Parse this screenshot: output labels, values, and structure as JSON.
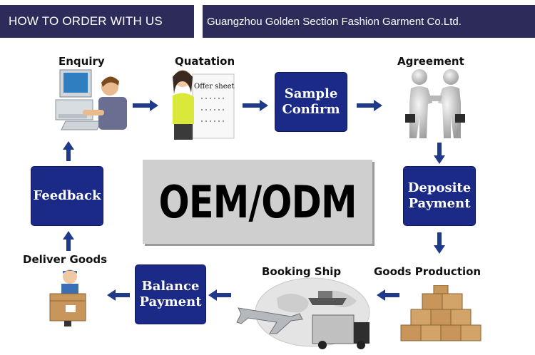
{
  "header": {
    "title": "HOW TO ORDER WITH US",
    "company": "Guangzhou Golden Section Fashion Garment Co.Ltd."
  },
  "stages": {
    "enquiry": "Enquiry",
    "quatation": "Quatation",
    "offer_sheet": "Offer sheet",
    "agreement": "Agreement",
    "deliver_goods": "Deliver Goods",
    "booking_ship": "Booking Ship",
    "goods_production": "Goods Production"
  },
  "boxes": {
    "sample_confirm": [
      "Sample",
      "Confirm"
    ],
    "feedback": [
      "Feedback"
    ],
    "deposite_payment": [
      "Deposite",
      "Payment"
    ],
    "balance_payment": [
      "Balance",
      "Payment"
    ]
  },
  "center": {
    "label": "OEM/ODM"
  },
  "colors": {
    "header_bg": "#2c2b59",
    "box_bg": "#1b2a86",
    "arrow": "#1f3a8a",
    "center_bg": "#cfcfcf"
  }
}
